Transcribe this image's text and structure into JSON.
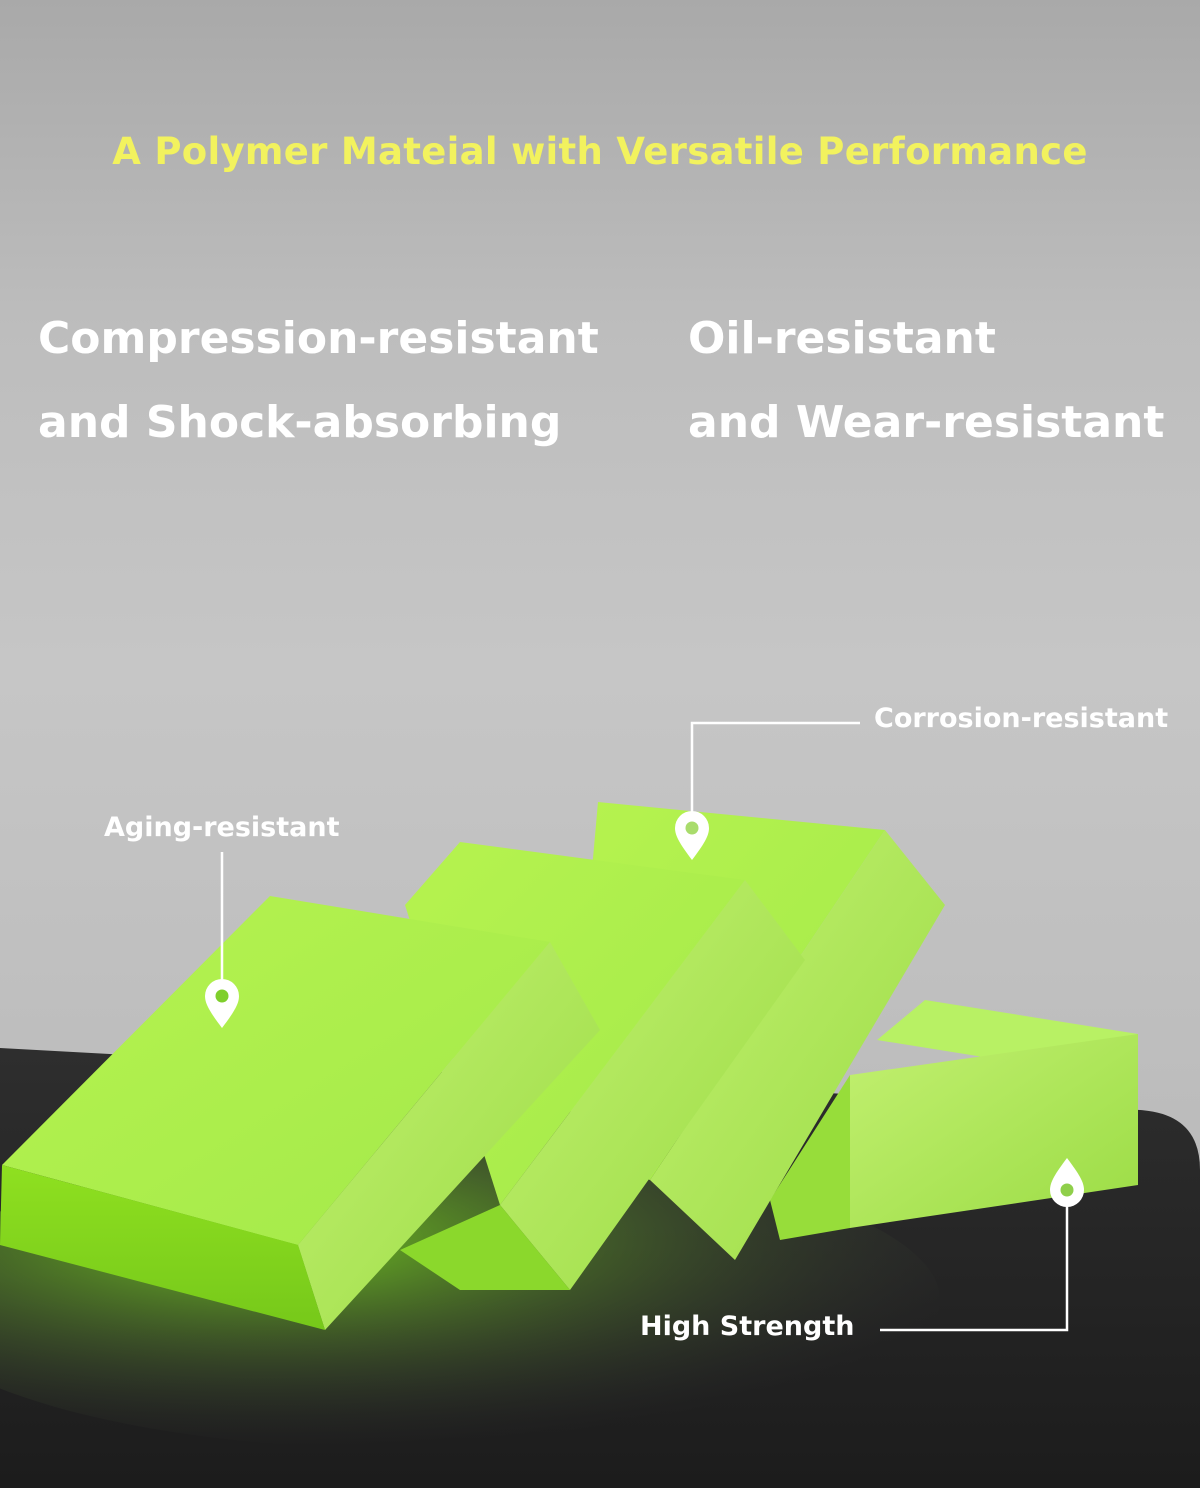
{
  "title": "A Polymer Mateial with Versatile Performance",
  "features": [
    {
      "line1": "Compression-resistant",
      "line2": "and Shock-absorbing"
    },
    {
      "line1": "Oil-resistant",
      "line2": "and Wear-resistant"
    }
  ],
  "callouts": {
    "aging": "Aging-resistant",
    "corrosion": "Corrosion-resistant",
    "strength": "High Strength"
  },
  "colors": {
    "title": "#f2f25e",
    "text": "#ffffff",
    "block_green": "#a6f23a",
    "surface": "#3a3a3a"
  },
  "icons": [
    "location-pin-icon",
    "location-pin-icon",
    "location-pin-icon"
  ]
}
